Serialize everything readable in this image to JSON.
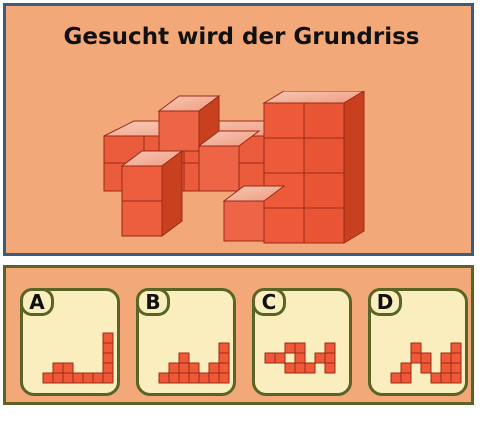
{
  "title": "Gesucht wird der Grundriss",
  "options": [
    {
      "label": "A",
      "cells": [
        [
          7,
          0
        ],
        [
          7,
          1
        ],
        [
          7,
          2
        ],
        [
          7,
          3
        ],
        [
          1,
          4
        ],
        [
          2,
          4
        ],
        [
          3,
          4
        ],
        [
          4,
          4
        ],
        [
          5,
          4
        ],
        [
          6,
          4
        ],
        [
          7,
          4
        ],
        [
          2,
          3
        ],
        [
          3,
          3
        ]
      ]
    },
    {
      "label": "B",
      "cells": [
        [
          3,
          2
        ],
        [
          2,
          3
        ],
        [
          3,
          3
        ],
        [
          4,
          3
        ],
        [
          7,
          2
        ],
        [
          7,
          1
        ],
        [
          1,
          4
        ],
        [
          2,
          4
        ],
        [
          3,
          4
        ],
        [
          4,
          4
        ],
        [
          5,
          4
        ],
        [
          6,
          4
        ],
        [
          7,
          4
        ],
        [
          6,
          3
        ],
        [
          7,
          3
        ]
      ]
    },
    {
      "label": "C",
      "cells": [
        [
          0,
          2
        ],
        [
          1,
          2
        ],
        [
          2,
          1
        ],
        [
          3,
          1
        ],
        [
          3,
          2
        ],
        [
          3,
          3
        ],
        [
          2,
          3
        ],
        [
          4,
          3
        ],
        [
          5,
          2
        ],
        [
          6,
          1
        ],
        [
          6,
          2
        ],
        [
          6,
          3
        ]
      ]
    },
    {
      "label": "D",
      "cells": [
        [
          1,
          4
        ],
        [
          2,
          4
        ],
        [
          2,
          3
        ],
        [
          3,
          2
        ],
        [
          3,
          1
        ],
        [
          4,
          2
        ],
        [
          4,
          3
        ],
        [
          5,
          4
        ],
        [
          6,
          4
        ],
        [
          6,
          3
        ],
        [
          6,
          2
        ],
        [
          7,
          4
        ],
        [
          7,
          3
        ],
        [
          7,
          1
        ],
        [
          7,
          2
        ]
      ]
    }
  ],
  "colors": {
    "cube": "#ee5a38",
    "cube_edge": "#9c2a14"
  }
}
